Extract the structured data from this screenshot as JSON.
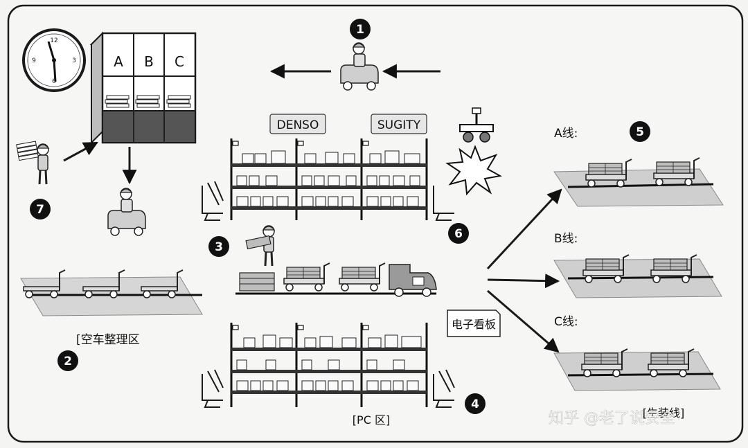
{
  "cabinet": {
    "col_a": "A",
    "col_b": "B",
    "col_c": "C"
  },
  "clock": {
    "twelve": "12",
    "three": "3",
    "nine": "9",
    "six": "6"
  },
  "suppliers": {
    "left": "DENSO",
    "right": "SUGITY"
  },
  "lines": {
    "a": "A线:",
    "b": "B线:",
    "c": "C线:"
  },
  "areas": {
    "empty_cart": "[空车整理区",
    "pc": "[PC 区]",
    "assembly": "[生装线]"
  },
  "kanban": "电子看板",
  "badges": [
    "1",
    "2",
    "3",
    "4",
    "5",
    "6",
    "7"
  ],
  "watermark": "知乎 @老了说安全"
}
